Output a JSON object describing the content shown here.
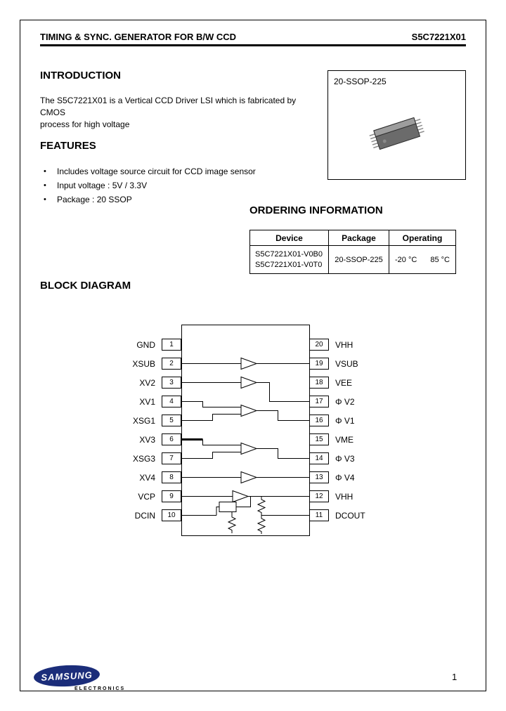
{
  "header": {
    "title_left": "TIMING & SYNC. GENERATOR FOR B/W CCD",
    "title_right": "S5C7221X01"
  },
  "introduction": {
    "heading": "INTRODUCTION",
    "line1": "The S5C7221X01 is a Vertical CCD Driver LSI which is fabricated by CMOS",
    "line2": "process for high voltage"
  },
  "package_box": {
    "label": "20-SSOP-225"
  },
  "features": {
    "heading": "FEATURES",
    "bullet": "•",
    "items": [
      "Includes voltage source circuit for CCD image sensor",
      "Input voltage : 5V / 3.3V",
      "Package : 20 SSOP"
    ]
  },
  "ordering": {
    "heading": "ORDERING INFORMATION",
    "headers": [
      "Device",
      "Package",
      "Operating"
    ],
    "row": {
      "device_lines": [
        "S5C7221X01-V0B0",
        "S5C7221X01-V0T0"
      ],
      "package": "20-SSOP-225",
      "operating": [
        "-20 °C",
        "85 °C"
      ]
    }
  },
  "block_diagram": {
    "heading": "BLOCK DIAGRAM",
    "left_pins": [
      {
        "num": "1",
        "label": "GND"
      },
      {
        "num": "2",
        "label": "XSUB"
      },
      {
        "num": "3",
        "label": "XV2"
      },
      {
        "num": "4",
        "label": "XV1"
      },
      {
        "num": "5",
        "label": "XSG1"
      },
      {
        "num": "6",
        "label": "XV3"
      },
      {
        "num": "7",
        "label": "XSG3"
      },
      {
        "num": "8",
        "label": "XV4"
      },
      {
        "num": "9",
        "label": "VCP"
      },
      {
        "num": "10",
        "label": "DCIN"
      }
    ],
    "right_pins": [
      {
        "num": "20",
        "label": "VHH"
      },
      {
        "num": "19",
        "label": "VSUB"
      },
      {
        "num": "18",
        "label": "VEE"
      },
      {
        "num": "17",
        "label": "Φ V2"
      },
      {
        "num": "16",
        "label": "Φ V1"
      },
      {
        "num": "15",
        "label": "VME"
      },
      {
        "num": "14",
        "label": "Φ V3"
      },
      {
        "num": "13",
        "label": "Φ V4"
      },
      {
        "num": "12",
        "label": "VHH"
      },
      {
        "num": "11",
        "label": "DCOUT"
      }
    ]
  },
  "footer": {
    "logo_text": "SAMSUNG",
    "logo_sub": "ELECTRONICS",
    "page_number": "1"
  },
  "colors": {
    "logo_blue": "#1b2d7a",
    "text": "#000000",
    "background": "#ffffff"
  }
}
